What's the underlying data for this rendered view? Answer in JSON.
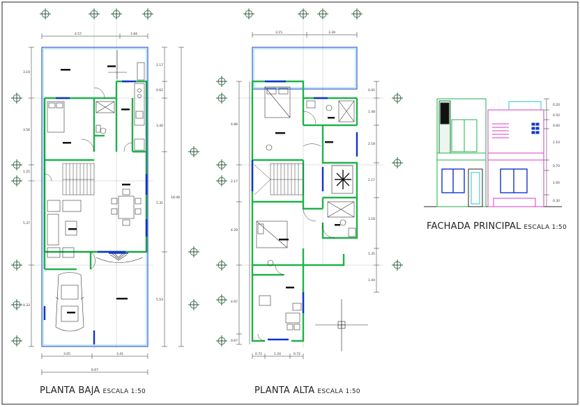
{
  "drawings": {
    "ground_floor": {
      "title": "PLANTA BAJA",
      "scale": "ESCALA 1:50",
      "top_dims": [
        "4.57",
        "1.84"
      ],
      "bottom_dims": [
        "3.05",
        "3.41"
      ],
      "bottom_total": "6.67",
      "left_dims": [
        "3.10",
        "3.56",
        "1.25",
        "5.37",
        "4.33"
      ],
      "right_dims": [
        "2.17",
        "0.62",
        "3.40",
        "5.31",
        "5.53"
      ],
      "right_total": "18.48"
    },
    "upper_floor": {
      "title": "PLANTA ALTA",
      "scale": "ESCALA 1:50",
      "top_dims": [
        "3.15",
        "3.39"
      ],
      "bottom_dims": [
        "0.72",
        "1.24",
        "0.72"
      ],
      "left_dims": [
        "4.88",
        "2.17",
        "4.29",
        "4.97",
        "0.67"
      ],
      "right_dims": [
        "0.45",
        "1.48",
        "2.18",
        "2.17",
        "3.18",
        "1.35",
        "1.44"
      ]
    },
    "facade": {
      "title": "FACHADA PRINCIPAL",
      "scale": "ESCALA 1:50",
      "right_dims": [
        "0.20",
        "0.50",
        "0.60",
        "2.10",
        "0.70",
        "1.60",
        "0.30"
      ]
    }
  },
  "colors": {
    "wall": "#1fb24a",
    "wall_dark": "#0a7d30",
    "window": "#1133cc",
    "line": "#222222",
    "cyan": "#27c2d8",
    "magenta": "#d83bc7",
    "furniture": "#333333"
  }
}
